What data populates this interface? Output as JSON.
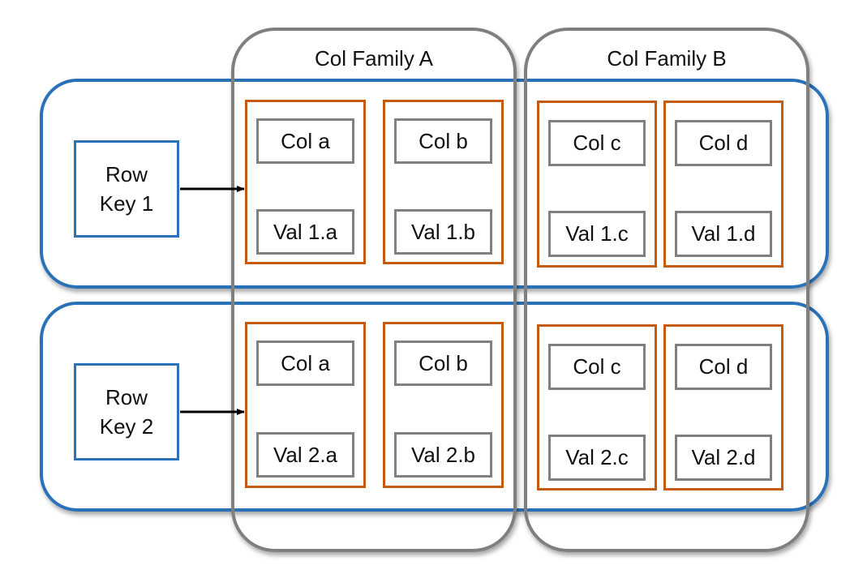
{
  "colors": {
    "row_border": "#2a72b8",
    "family_border": "#7f7f7f",
    "cell_border": "#c55a11",
    "inner_border": "#808080"
  },
  "families": [
    {
      "title": "Col Family A"
    },
    {
      "title": "Col Family B"
    }
  ],
  "rows": [
    {
      "key": "Row\nKey 1",
      "cells": [
        {
          "col": "Col a",
          "val": "Val 1.a"
        },
        {
          "col": "Col b",
          "val": "Val 1.b"
        },
        {
          "col": "Col c",
          "val": "Val 1.c"
        },
        {
          "col": "Col d",
          "val": "Val 1.d"
        }
      ]
    },
    {
      "key": "Row\nKey 2",
      "cells": [
        {
          "col": "Col a",
          "val": "Val 2.a"
        },
        {
          "col": "Col b",
          "val": "Val 2.b"
        },
        {
          "col": "Col c",
          "val": "Val 2.c"
        },
        {
          "col": "Col d",
          "val": "Val 2.d"
        }
      ]
    }
  ]
}
